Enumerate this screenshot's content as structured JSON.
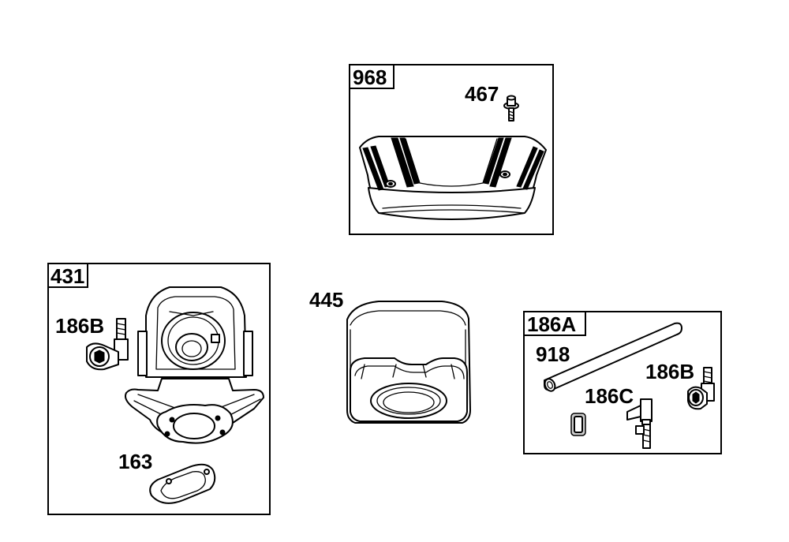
{
  "groups": {
    "air_cleaner_cover": {
      "number": "968"
    },
    "air_cleaner_base": {
      "number": "431"
    },
    "hose_kit": {
      "number": "186A"
    }
  },
  "parts": {
    "screw": "467",
    "elbow_base": "186B",
    "gasket": "163",
    "filter": "445",
    "hose": "918",
    "elbow_kit": "186B",
    "fitting": "186C"
  }
}
